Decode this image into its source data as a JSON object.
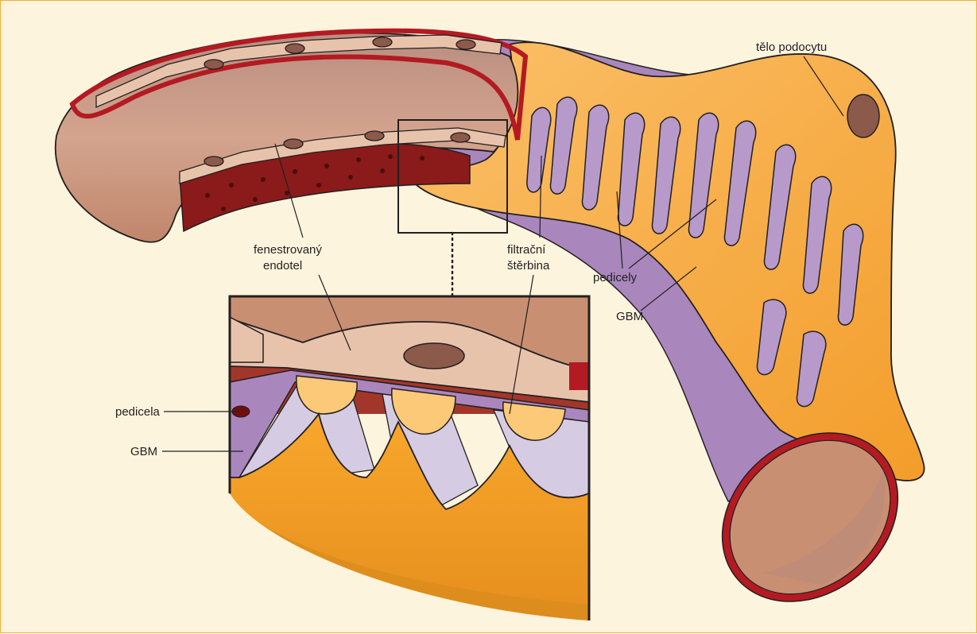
{
  "labels": {
    "telo_podocytu": "tělo podocytu",
    "fenestrovany": "fenestrovaný",
    "endotel": "endotel",
    "filtracni": "filtrační",
    "sterbina": "štěrbina",
    "pedicely": "pedicely",
    "gbm_main": "GBM",
    "pedicela": "pedicela",
    "gbm_inset": "GBM"
  },
  "colors": {
    "background": "#fdf4dd",
    "border": "#f2b134",
    "lumen": "#c98f73",
    "vessel_wall": "#b31a22",
    "endothelium": "#e8c3ab",
    "gbm": "#a987bd",
    "podocyte": "#f6a82d",
    "podocyte_light": "#fbc977"
  }
}
